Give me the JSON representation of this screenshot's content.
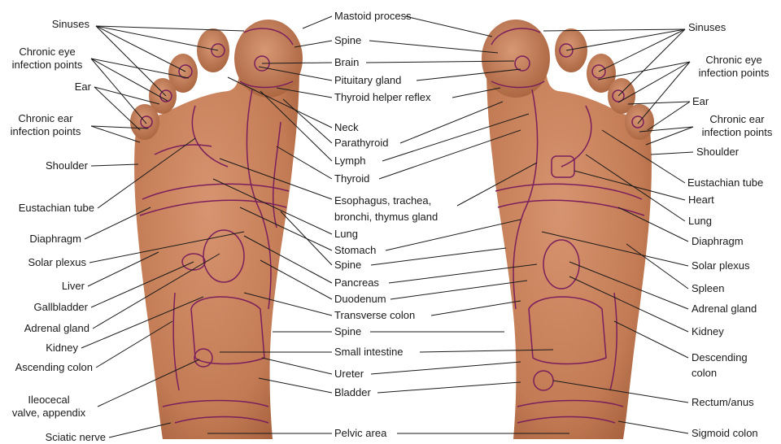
{
  "left_labels": [
    {
      "id": "sinuses-l",
      "text": "Sinuses"
    },
    {
      "id": "chronic-eye-l",
      "text": "Chronic eye\ninfection points"
    },
    {
      "id": "ear-l",
      "text": "Ear"
    },
    {
      "id": "chronic-ear-l",
      "text": "Chronic ear\ninfection points"
    },
    {
      "id": "shoulder-l",
      "text": "Shoulder"
    },
    {
      "id": "eustachian-l",
      "text": "Eustachian tube"
    },
    {
      "id": "diaphragm-l",
      "text": "Diaphragm"
    },
    {
      "id": "solar-plexus-l",
      "text": "Solar plexus"
    },
    {
      "id": "liver-l",
      "text": "Liver"
    },
    {
      "id": "gallbladder-l",
      "text": "Gallbladder"
    },
    {
      "id": "adrenal-l",
      "text": "Adrenal gland"
    },
    {
      "id": "kidney-l",
      "text": "Kidney"
    },
    {
      "id": "ascending-colon-l",
      "text": "Ascending colon"
    },
    {
      "id": "ileocecal-l",
      "text": "Ileocecal\nvalve, appendix"
    },
    {
      "id": "sciatic-l",
      "text": "Sciatic nerve"
    }
  ],
  "center_labels": [
    {
      "id": "mastoid",
      "text": "Mastoid process"
    },
    {
      "id": "spine-1",
      "text": "Spine"
    },
    {
      "id": "brain",
      "text": "Brain"
    },
    {
      "id": "pituitary",
      "text": "Pituitary gland"
    },
    {
      "id": "thyroid-helper",
      "text": "Thyroid helper reflex"
    },
    {
      "id": "neck",
      "text": "Neck"
    },
    {
      "id": "parathyroid",
      "text": "Parathyroid"
    },
    {
      "id": "lymph",
      "text": "Lymph"
    },
    {
      "id": "thyroid",
      "text": "Thyroid"
    },
    {
      "id": "esophagus",
      "text": "Esophagus, trachea,\nbronchi, thymus gland"
    },
    {
      "id": "lung-c",
      "text": "Lung"
    },
    {
      "id": "stomach",
      "text": "Stomach"
    },
    {
      "id": "spine-2",
      "text": "Spine"
    },
    {
      "id": "pancreas",
      "text": "Pancreas"
    },
    {
      "id": "duodenum",
      "text": "Duodenum"
    },
    {
      "id": "transverse",
      "text": "Transverse colon"
    },
    {
      "id": "spine-3",
      "text": "Spine"
    },
    {
      "id": "small-intestine",
      "text": "Small intestine"
    },
    {
      "id": "ureter",
      "text": "Ureter"
    },
    {
      "id": "bladder",
      "text": "Bladder"
    },
    {
      "id": "pelvic",
      "text": "Pelvic area"
    }
  ],
  "right_labels": [
    {
      "id": "sinuses-r",
      "text": "Sinuses"
    },
    {
      "id": "chronic-eye-r",
      "text": "Chronic eye\ninfection points"
    },
    {
      "id": "ear-r",
      "text": "Ear"
    },
    {
      "id": "chronic-ear-r",
      "text": "Chronic ear\ninfection points"
    },
    {
      "id": "shoulder-r",
      "text": "Shoulder"
    },
    {
      "id": "eustachian-r",
      "text": "Eustachian tube"
    },
    {
      "id": "heart",
      "text": "Heart"
    },
    {
      "id": "lung-r",
      "text": "Lung"
    },
    {
      "id": "diaphragm-r",
      "text": "Diaphragm"
    },
    {
      "id": "solar-plexus-r",
      "text": "Solar plexus"
    },
    {
      "id": "spleen",
      "text": "Spleen"
    },
    {
      "id": "adrenal-r",
      "text": "Adrenal gland"
    },
    {
      "id": "kidney-r",
      "text": "Kidney"
    },
    {
      "id": "descending",
      "text": "Descending\ncolon"
    },
    {
      "id": "rectum",
      "text": "Rectum/anus"
    },
    {
      "id": "sigmoid",
      "text": "Sigmoid colon"
    }
  ],
  "colors": {
    "skin": "#c9825a",
    "skin_dark": "#a8613e",
    "zone_line": "#7a1f5c",
    "leader_line": "#1a1a1a",
    "text": "#1a1a1a",
    "background": "#ffffff"
  }
}
